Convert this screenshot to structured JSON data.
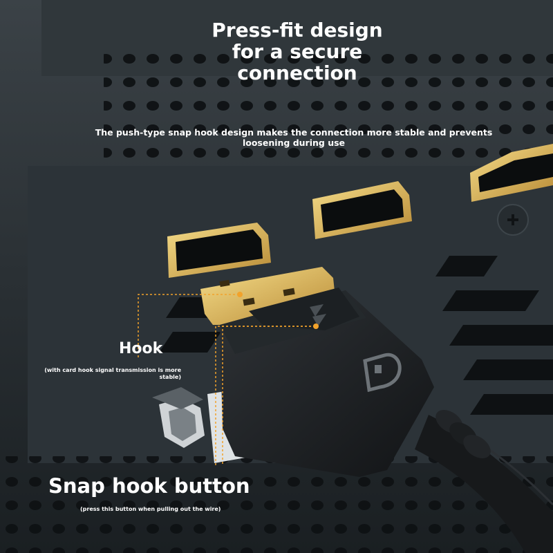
{
  "headline": "Press-fit design for a secure connection",
  "subheadline": "The push-type snap hook design makes the connection more stable and prevents loosening during use",
  "callouts": {
    "hook": {
      "label": "Hook",
      "note": "(with card hook signal transmission is more stable)"
    },
    "snap_button": {
      "label": "Snap hook button",
      "note": "(press this button when pulling out the wire)"
    }
  },
  "colors": {
    "background": "#1e2429",
    "panel": "#2c3338",
    "port_gold": "#d6b36a",
    "connector_gold": "#e6c566",
    "cable_black": "#17191b",
    "callout_line": "#f2a22b",
    "text": "#ffffff"
  },
  "icons": {
    "connector_logo": "displayport-logo-icon",
    "screw": "phillips-screw-icon"
  }
}
